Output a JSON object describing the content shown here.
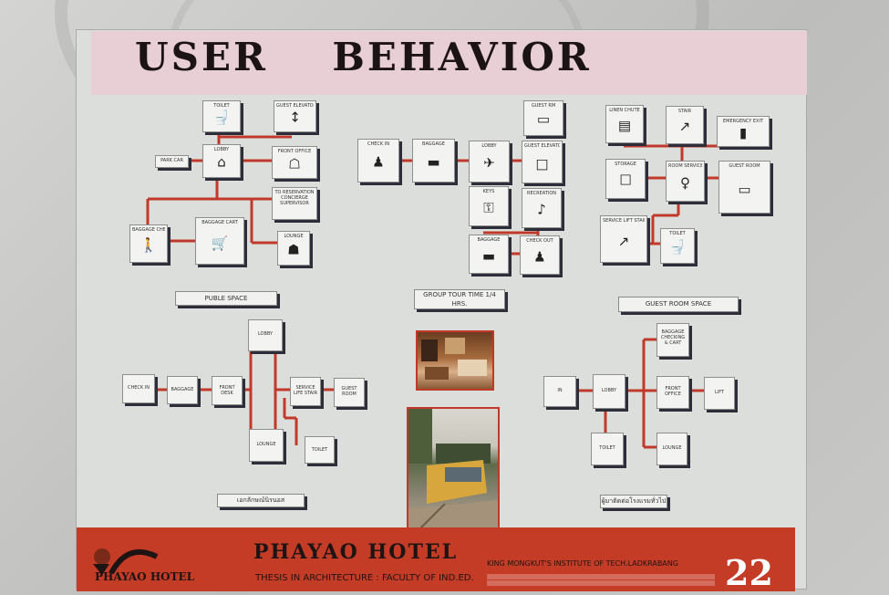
{
  "poster": {
    "title_words": [
      "USER",
      "BEHAVIOR"
    ],
    "top_boxes": [
      {
        "id": "toilet",
        "label": "TOILET",
        "icon": "toilet-icon"
      },
      {
        "id": "guest_elevator_1",
        "label": "GUEST ELEVATOR",
        "icon": "elevator-icon"
      },
      {
        "id": "park_car",
        "label": "PARK CAR",
        "icon": "car-icon"
      },
      {
        "id": "lobby",
        "label": "LOBBY",
        "icon": "lobby-icon"
      },
      {
        "id": "front_office",
        "label": "FRONT OFFICE",
        "icon": "front-desk-icon"
      },
      {
        "id": "concierge",
        "label": "TO RESERVATION CONCIERGE SUPERVISOR",
        "icon": ""
      },
      {
        "id": "baggage_checking",
        "label": "BAGGAGE CHECKING",
        "icon": "person-icon"
      },
      {
        "id": "baggage_cart",
        "label": "BAGGAGE CART",
        "icon": "cart-icon"
      },
      {
        "id": "lounge_1",
        "label": "LOUNGE",
        "icon": "sofa-icon"
      },
      {
        "id": "check_in",
        "label": "CHECK IN",
        "icon": "person-desk-icon"
      },
      {
        "id": "baggage_1",
        "label": "BAGGAGE",
        "icon": "luggage-icon"
      },
      {
        "id": "lobby_2",
        "label": "LOBBY",
        "icon": "person-walk-icon"
      },
      {
        "id": "guest_elevator_2",
        "label": "GUEST ELEVATOR",
        "icon": "elevator-icon"
      },
      {
        "id": "guest_rm",
        "label": "GUEST RM",
        "icon": "bed-icon"
      },
      {
        "id": "keys",
        "label": "KEYS",
        "icon": "key-icon"
      },
      {
        "id": "recreation",
        "label": "RECREATION",
        "icon": "music-icon"
      },
      {
        "id": "baggage_2",
        "label": "BAGGAGE",
        "icon": "luggage-icon"
      },
      {
        "id": "check_out",
        "label": "CHECK OUT",
        "icon": "person-desk-icon"
      },
      {
        "id": "linen_chute",
        "label": "LINEN CHUTE",
        "icon": "chute-icon"
      },
      {
        "id": "stair",
        "label": "STAIR",
        "icon": "stair-icon"
      },
      {
        "id": "emergency_exit",
        "label": "EMERGENCY EXIT",
        "icon": "exit-sign-icon"
      },
      {
        "id": "storage",
        "label": "STORAGE",
        "icon": "storage-icon"
      },
      {
        "id": "room_service",
        "label": "ROOM SERVICE",
        "icon": "waiter-icon"
      },
      {
        "id": "guest_room",
        "label": "GUEST ROOM",
        "icon": "bed-icon"
      },
      {
        "id": "service_lift",
        "label": "SERVICE LIFT STAIR",
        "icon": "stair-icon"
      },
      {
        "id": "toilet_2",
        "label": "TOILET",
        "icon": "toilet-icon"
      }
    ],
    "section_labels": {
      "public_space": "PUBLE SPACE",
      "group_tour": "GROUP TOUR TIME 1/4 HRS.",
      "guest_room_space": "GUEST ROOM SPACE"
    },
    "bottom_left_boxes": [
      {
        "id": "bl_check_in",
        "label": "CHECK IN"
      },
      {
        "id": "bl_baggage",
        "label": "BAGGAGE"
      },
      {
        "id": "bl_front_desk",
        "label": "FRONT DESK"
      },
      {
        "id": "bl_lobby",
        "label": "LOBBY"
      },
      {
        "id": "bl_service_lift",
        "label": "SERVICE LIFE STAIR"
      },
      {
        "id": "bl_guest_room",
        "label": "GUEST ROOM"
      },
      {
        "id": "bl_lounge",
        "label": "LOUNGE"
      },
      {
        "id": "bl_toilet",
        "label": "TOILET"
      }
    ],
    "bottom_right_boxes": [
      {
        "id": "br_in",
        "label": "IN"
      },
      {
        "id": "br_lobby",
        "label": "LOBBY"
      },
      {
        "id": "br_baggage",
        "label": "BAGGAGE CHECKING & CART"
      },
      {
        "id": "br_front_office",
        "label": "FRONT OFFICE"
      },
      {
        "id": "br_lift",
        "label": "LIFT"
      },
      {
        "id": "br_toilet",
        "label": "TOILET"
      },
      {
        "id": "br_lounge",
        "label": "LOUNGE"
      }
    ],
    "caption_left": "เอกลักษณ์นิรนอส",
    "caption_right": "ผู้มาติดต่อโรงแรมทั่วไป",
    "footer": {
      "brand": "PHAYAO HOTEL",
      "logo_text": "PHAYAO HOTEL",
      "thesis": "THESIS IN ARCHITECTURE : FACULTY OF IND.ED.",
      "institute": "KING MONGKUT'S INSTITUTE OF TECH.LADKRABANG",
      "sheet_number": "22"
    },
    "colors": {
      "line_red": "#c0392b",
      "footer_red": "#c43b26",
      "title_band": "#e8cfd6",
      "board": "#dcdedb"
    }
  }
}
